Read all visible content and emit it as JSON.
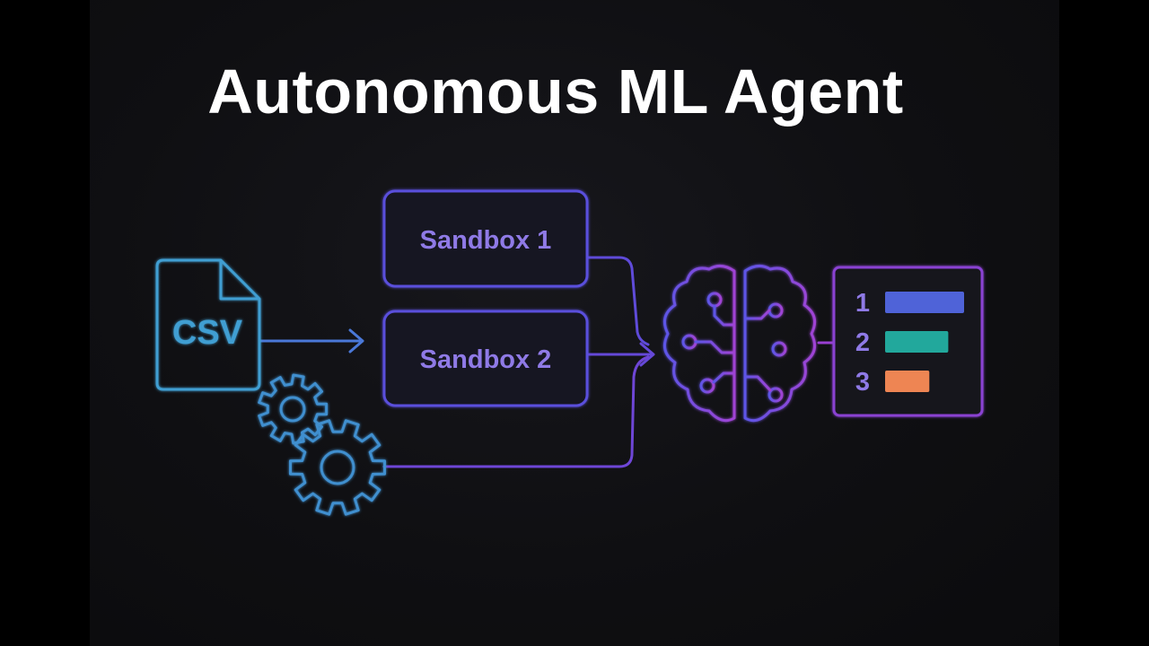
{
  "title": "Autonomous ML Agent",
  "nodes": {
    "csv": {
      "label": "CSV",
      "icon": "csv-file-icon"
    },
    "config": {
      "icon": "gears-icon"
    },
    "sandbox_1": {
      "label": "Sandbox 1"
    },
    "sandbox_2": {
      "label": "Sandbox 2"
    },
    "agent": {
      "icon": "brain-circuit-icon"
    },
    "leaderboard": {
      "icon": "ranked-list-icon",
      "ranks": [
        {
          "label": "1",
          "fraction": 1.0,
          "color": "#4f63d8"
        },
        {
          "label": "2",
          "fraction": 0.8,
          "color": "#22a89c"
        },
        {
          "label": "3",
          "fraction": 0.56,
          "color": "#ee8552"
        }
      ]
    }
  },
  "colors": {
    "background": "#0f0f12",
    "cyan": "#3f9ed2",
    "blue_violet": "#5a4fdc",
    "violet": "#7a45d6",
    "purple": "#9a3fd2",
    "label_violet": "#8f7ae6"
  }
}
